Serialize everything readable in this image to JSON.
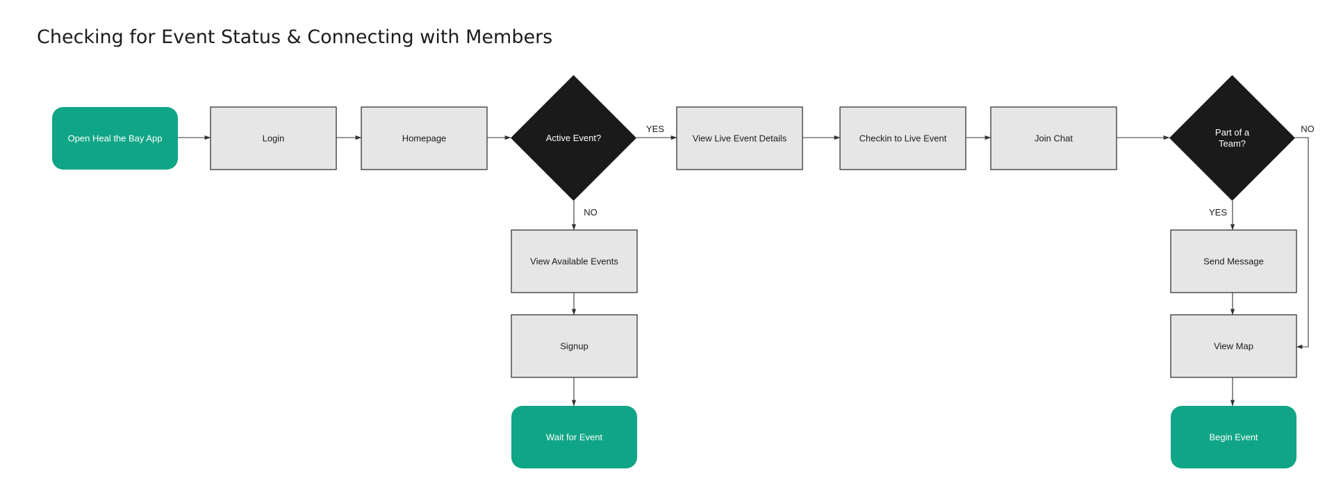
{
  "title": "Checking for Event Status & Connecting with Members",
  "colors": {
    "terminal": "#10a586",
    "process": "#e6e6e6",
    "decision": "#1a1a1a",
    "edge": "#333333"
  },
  "nodes": [
    {
      "id": "open",
      "type": "terminal",
      "lines": [
        "Open Heal the Bay App"
      ]
    },
    {
      "id": "login",
      "type": "process",
      "lines": [
        "Login"
      ]
    },
    {
      "id": "homepage",
      "type": "process",
      "lines": [
        "Homepage"
      ]
    },
    {
      "id": "active",
      "type": "decision",
      "lines": [
        "Active Event?"
      ]
    },
    {
      "id": "viewlive",
      "type": "process",
      "lines": [
        "View Live Event Details"
      ]
    },
    {
      "id": "checkin",
      "type": "process",
      "lines": [
        "Checkin to Live Event"
      ]
    },
    {
      "id": "joinchat",
      "type": "process",
      "lines": [
        "Join Chat"
      ]
    },
    {
      "id": "team",
      "type": "decision",
      "lines": [
        "Part of a",
        "Team?"
      ]
    },
    {
      "id": "viewavail",
      "type": "process",
      "lines": [
        "View Available Events"
      ]
    },
    {
      "id": "signup",
      "type": "process",
      "lines": [
        "Signup"
      ]
    },
    {
      "id": "wait",
      "type": "terminal",
      "lines": [
        "Wait for Event"
      ]
    },
    {
      "id": "sendmsg",
      "type": "process",
      "lines": [
        "Send Message"
      ]
    },
    {
      "id": "viewmap",
      "type": "process",
      "lines": [
        "View Map"
      ]
    },
    {
      "id": "begin",
      "type": "terminal",
      "lines": [
        "Begin Event"
      ]
    }
  ],
  "edges": [
    {
      "from": "open",
      "to": "login",
      "label": ""
    },
    {
      "from": "login",
      "to": "homepage",
      "label": ""
    },
    {
      "from": "homepage",
      "to": "active",
      "label": ""
    },
    {
      "from": "active",
      "to": "viewlive",
      "label": "YES"
    },
    {
      "from": "viewlive",
      "to": "checkin",
      "label": ""
    },
    {
      "from": "checkin",
      "to": "joinchat",
      "label": ""
    },
    {
      "from": "joinchat",
      "to": "team",
      "label": ""
    },
    {
      "from": "active",
      "to": "viewavail",
      "label": "NO"
    },
    {
      "from": "viewavail",
      "to": "signup",
      "label": ""
    },
    {
      "from": "signup",
      "to": "wait",
      "label": ""
    },
    {
      "from": "team",
      "to": "sendmsg",
      "label": "YES"
    },
    {
      "from": "sendmsg",
      "to": "viewmap",
      "label": ""
    },
    {
      "from": "team",
      "to": "viewmap",
      "label": "NO"
    },
    {
      "from": "viewmap",
      "to": "begin",
      "label": ""
    }
  ]
}
